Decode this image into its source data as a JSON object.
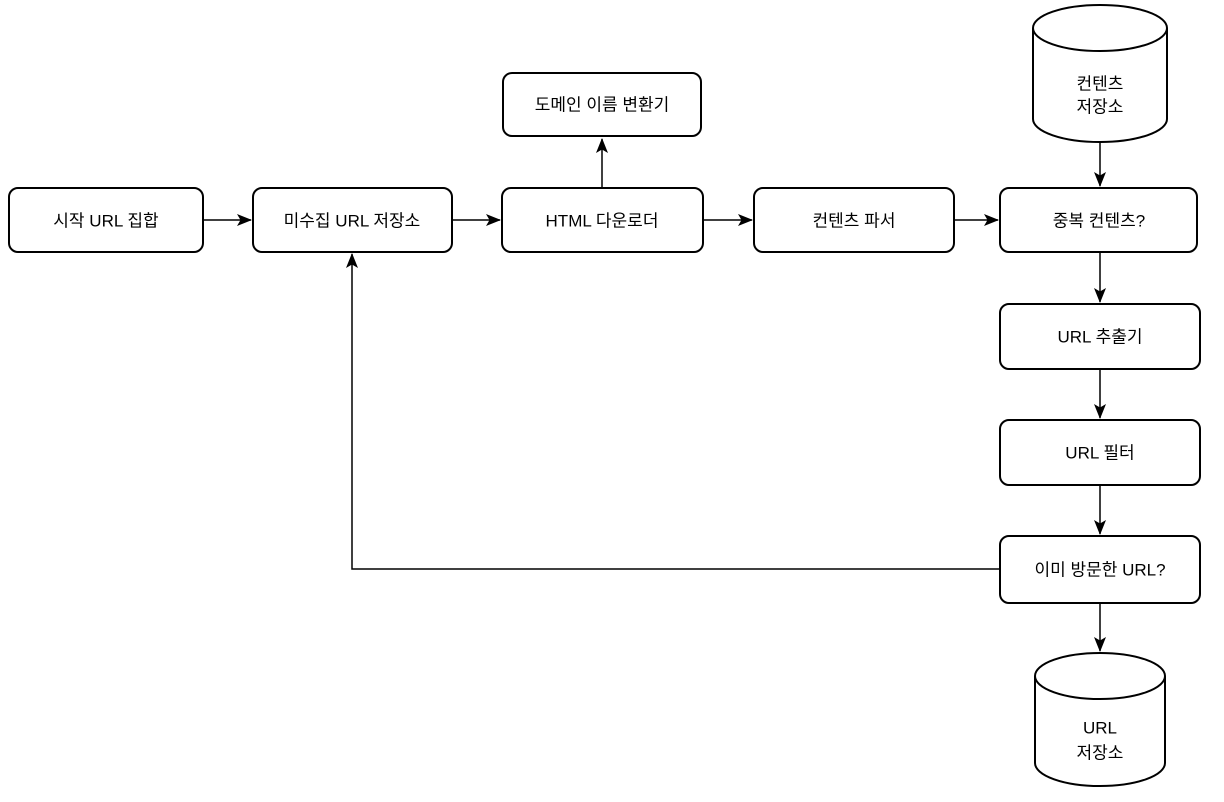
{
  "diagram": {
    "description": "web crawler flow diagram",
    "colors": {
      "background": "#ffffff",
      "shape_fill": "#ffffff",
      "shape_stroke": "#000000",
      "text": "#000000"
    },
    "nodes": {
      "seed_urls": {
        "label": "시작 URL 집합",
        "shape": "rounded-rect"
      },
      "url_frontier": {
        "label": "미수집 URL 저장소",
        "shape": "rounded-rect"
      },
      "html_downloader": {
        "label": "HTML 다운로더",
        "shape": "rounded-rect"
      },
      "dns_resolver": {
        "label": "도메인 이름 변환기",
        "shape": "rounded-rect"
      },
      "content_parser": {
        "label": "컨텐츠 파서",
        "shape": "rounded-rect"
      },
      "duplicate_content": {
        "label": "중복 컨텐츠?",
        "shape": "rounded-rect"
      },
      "content_storage": {
        "label_line1": "컨텐츠",
        "label_line2": "저장소",
        "shape": "cylinder"
      },
      "url_extractor": {
        "label": "URL 추출기",
        "shape": "rounded-rect"
      },
      "url_filter": {
        "label": "URL 필터",
        "shape": "rounded-rect"
      },
      "visited_url": {
        "label": "이미 방문한 URL?",
        "shape": "rounded-rect"
      },
      "url_storage": {
        "label_line1": "URL",
        "label_line2": "저장소",
        "shape": "cylinder"
      }
    },
    "edges": [
      {
        "from": "seed_urls",
        "to": "url_frontier"
      },
      {
        "from": "url_frontier",
        "to": "html_downloader"
      },
      {
        "from": "html_downloader",
        "to": "dns_resolver"
      },
      {
        "from": "html_downloader",
        "to": "content_parser"
      },
      {
        "from": "content_parser",
        "to": "duplicate_content"
      },
      {
        "from": "content_storage",
        "to": "duplicate_content"
      },
      {
        "from": "duplicate_content",
        "to": "url_extractor"
      },
      {
        "from": "url_extractor",
        "to": "url_filter"
      },
      {
        "from": "url_filter",
        "to": "visited_url"
      },
      {
        "from": "visited_url",
        "to": "url_storage"
      },
      {
        "from": "visited_url",
        "to": "url_frontier"
      }
    ]
  }
}
